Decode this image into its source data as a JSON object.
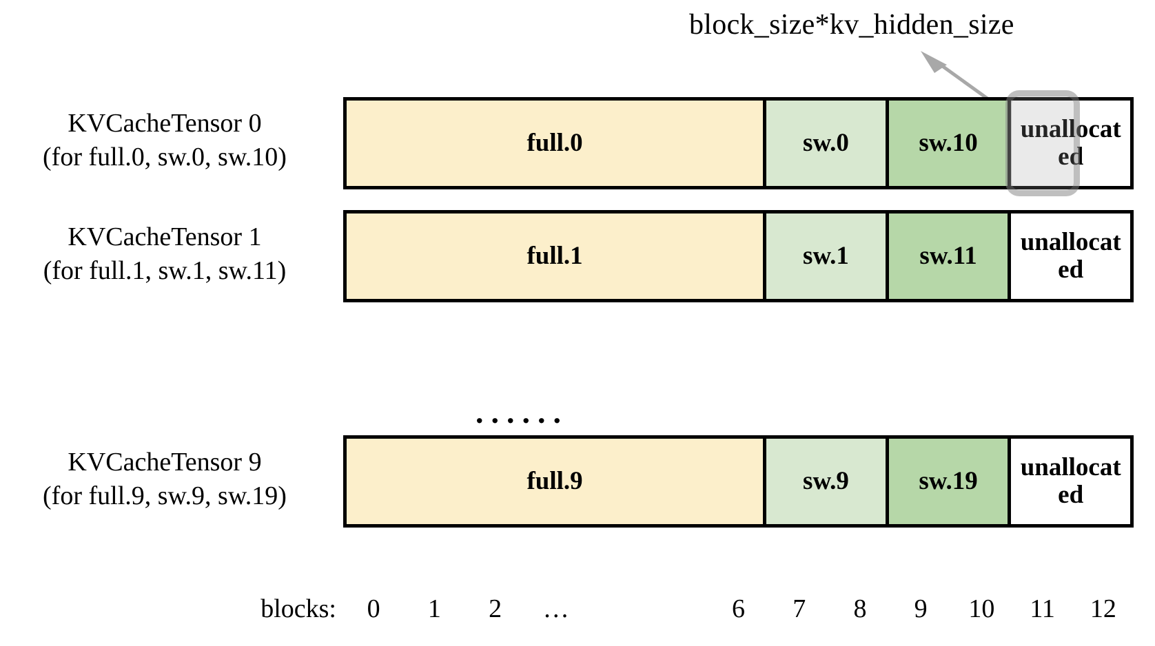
{
  "annotation": {
    "label": "block_size*kv_hidden_size",
    "arrow_icon": "arrow-up-right-icon",
    "target_block_index": 11,
    "target_row_index": 0
  },
  "colors": {
    "full_fill": "#FCEFCB",
    "sw_light_fill": "#D8E8D0",
    "sw_dark_fill": "#B6D7A8",
    "unallocated_fill": "#FFFFFF",
    "border": "#000000",
    "highlight": "#9E9E9E",
    "text": "#000000"
  },
  "layout": {
    "total_blocks": 13,
    "segments": [
      {
        "key": "full",
        "span": 7
      },
      {
        "key": "sw_light",
        "span": 2
      },
      {
        "key": "sw_dark",
        "span": 2
      },
      {
        "key": "unallocated",
        "span": 2
      }
    ]
  },
  "rows": [
    {
      "label_line1": "KVCacheTensor 0",
      "label_line2": "(for full.0, sw.0, sw.10)",
      "segments": [
        {
          "label": "full.0",
          "fill": "full_fill"
        },
        {
          "label": "sw.0",
          "fill": "sw_light_fill"
        },
        {
          "label": "sw.10",
          "fill": "sw_dark_fill"
        },
        {
          "label": "unallocated",
          "fill": "unallocated_fill"
        }
      ],
      "highlighted": true
    },
    {
      "label_line1": "KVCacheTensor 1",
      "label_line2": "(for full.1, sw.1, sw.11)",
      "segments": [
        {
          "label": "full.1",
          "fill": "full_fill"
        },
        {
          "label": "sw.1",
          "fill": "sw_light_fill"
        },
        {
          "label": "sw.11",
          "fill": "sw_dark_fill"
        },
        {
          "label": "unallocated",
          "fill": "unallocated_fill"
        }
      ],
      "highlighted": false
    },
    {
      "label_line1": "KVCacheTensor 9",
      "label_line2": "(for full.9, sw.9, sw.19)",
      "segments": [
        {
          "label": "full.9",
          "fill": "full_fill"
        },
        {
          "label": "sw.9",
          "fill": "sw_light_fill"
        },
        {
          "label": "sw.19",
          "fill": "sw_dark_fill"
        },
        {
          "label": "unallocated",
          "fill": "unallocated_fill"
        }
      ],
      "highlighted": false
    }
  ],
  "row_ellipsis": "......",
  "axis": {
    "title": "blocks:",
    "ticks": [
      "0",
      "1",
      "2",
      "…",
      "6",
      "7",
      "8",
      "9",
      "10",
      "11",
      "12"
    ],
    "tick_block_indices": [
      0,
      1,
      2,
      3,
      6,
      7,
      8,
      9,
      10,
      11,
      12
    ]
  }
}
